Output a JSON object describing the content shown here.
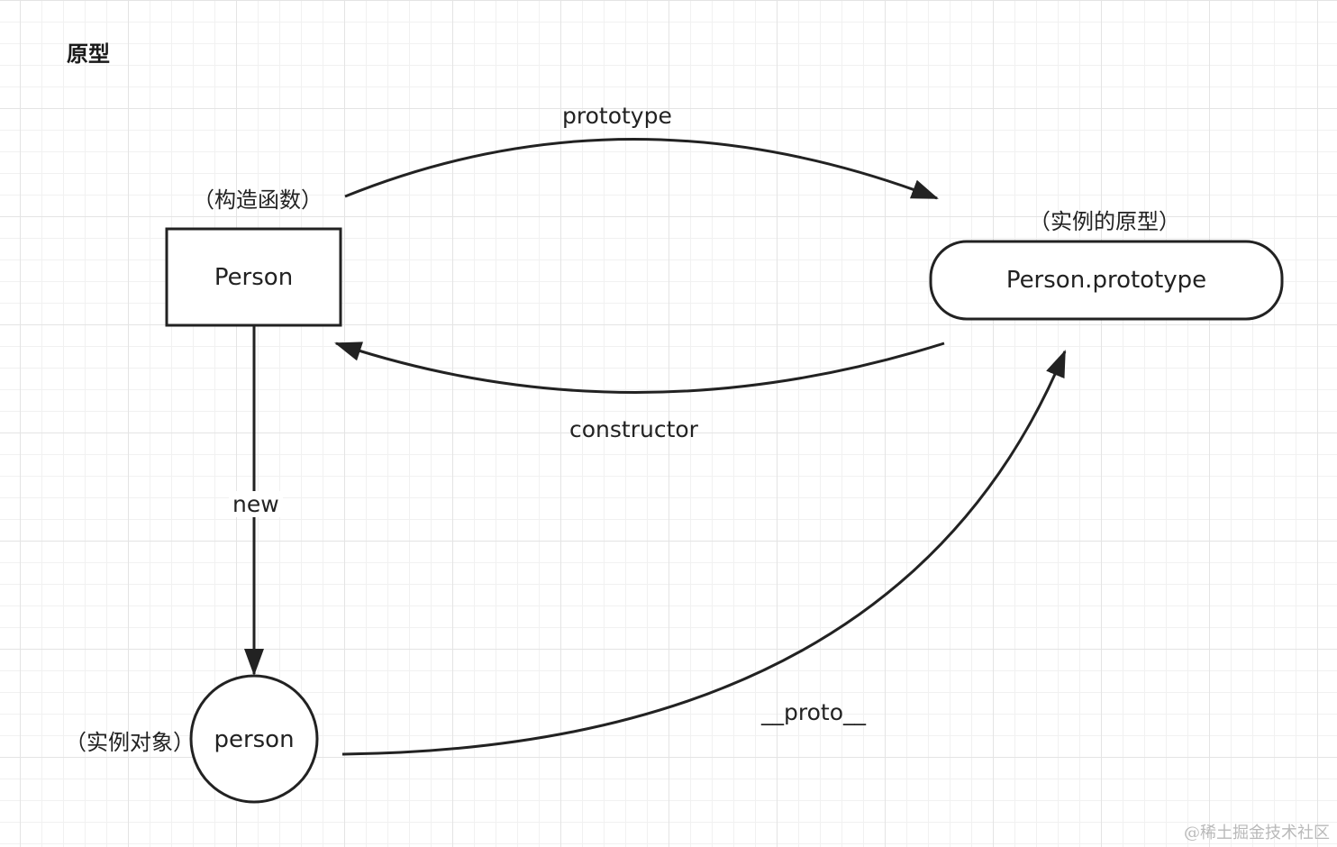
{
  "title": "原型",
  "nodes": {
    "constructor_fn": {
      "label": "Person",
      "caption": "（构造函数）"
    },
    "prototype_obj": {
      "label": "Person.prototype",
      "caption": "（实例的原型）"
    },
    "instance": {
      "label": "person",
      "caption": "（实例对象）"
    }
  },
  "edges": {
    "prototype": "prototype",
    "constructor": "constructor",
    "new": "new",
    "proto": "__proto__"
  },
  "watermark": "@稀土掘金技术社区",
  "colors": {
    "stroke": "#222222",
    "grid_major": "#e4e4e4",
    "grid_minor": "#f1f1f1"
  }
}
